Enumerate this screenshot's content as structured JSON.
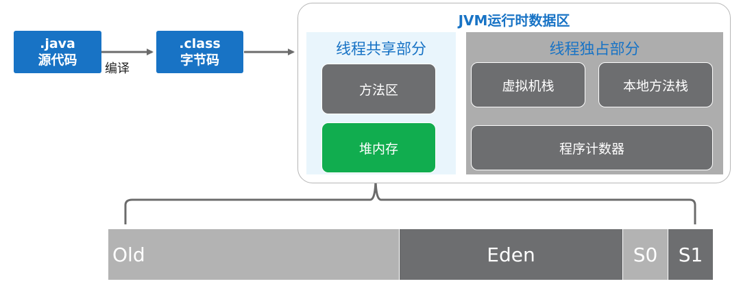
{
  "source": {
    "line1": ".java",
    "line2": "源代码"
  },
  "compile_label": "编译",
  "bytecode": {
    "line1": ".class",
    "line2": "字节码"
  },
  "jvm": {
    "title": "JVM运行时数据区",
    "shared": {
      "title": "线程共享部分",
      "method_area": "方法区",
      "heap": "堆内存"
    },
    "private": {
      "title": "线程独占部分",
      "vm_stack": "虚拟机栈",
      "native_stack": "本地方法栈",
      "pc_register": "程序计数器"
    }
  },
  "heap_segments": {
    "old": "Old",
    "eden": "Eden",
    "s0": "S0",
    "s1": "S1"
  },
  "colors": {
    "blue": "#1873c5",
    "green": "#11ad4f",
    "dark_gray": "#6d6e70",
    "light_gray": "#adadad",
    "light_blue": "#e9f5fc"
  }
}
